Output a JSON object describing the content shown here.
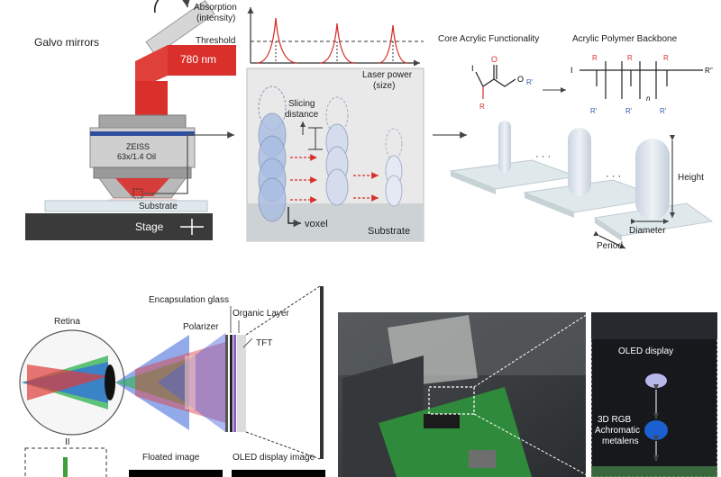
{
  "top": {
    "left": {
      "galvo_label": "Galvo mirrors",
      "wavelength": "780 nm",
      "objective_line1": "ZEISS",
      "objective_line2": "63x/1.4 Oil",
      "substrate_label": "Substrate",
      "stage_label": "Stage"
    },
    "middle": {
      "y_label_line1": "Absorption",
      "y_label_line2": "(intensity)",
      "threshold_label": "Threshold",
      "x_label_line1": "Laser power",
      "x_label_line2": "(size)",
      "slicing_line1": "Slicing",
      "slicing_line2": "distance",
      "voxel_label": "voxel",
      "substrate_label": "Substrate"
    },
    "right": {
      "core_title": "Core Acrylic Functionality",
      "backbone_title": "Acrylic Polymer Backbone",
      "ellipsis": "· · ·",
      "height_label": "Height",
      "diameter_label": "Diameter",
      "period_label": "Period"
    }
  },
  "bottom": {
    "retina_label": "Retina",
    "equals": "II",
    "encapsulation_label": "Encapsulation glass",
    "organic_label": "Organic Layer",
    "polarizer_label": "Polarizer",
    "tft_label": "TFT",
    "floated_label": "Floated image",
    "oled_image_label": "OLED display image",
    "inset": {
      "oled_display": "OLED display",
      "metalens_line1": "3D RGB",
      "metalens_line2": "Achromatic",
      "metalens_line3": "metalens"
    }
  },
  "colors": {
    "laser_red": "#d9302c",
    "stage_dark": "#3a3a3a",
    "objective_blue": "#2f4ea0",
    "voxel_blue": "#a9bde3",
    "pillar": "#dfe6ef",
    "inset_bg": "#16181c",
    "metalens_blue": "#1b5fd1",
    "oled_green": "#3fa03a"
  }
}
